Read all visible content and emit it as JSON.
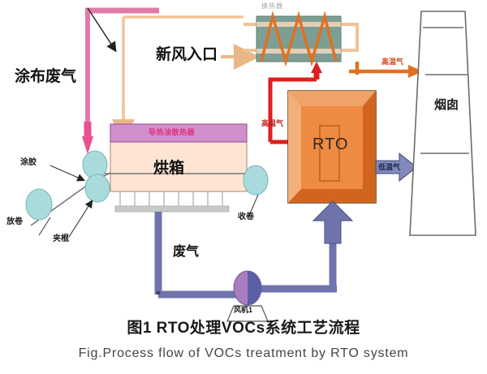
{
  "figure": {
    "caption_cn": "图1  RTO处理VOCs系统工艺流程",
    "caption_en": "Fig.Process  flow  of  VOCs  treatment  by  RTO  system"
  },
  "labels": {
    "coating_exhaust": "涂布废气",
    "fresh_air_inlet": "新风入口",
    "oven": "烘箱",
    "thermal_oil_radiator": "导热油散热器",
    "unwind": "放卷",
    "glue_coating": "涂胶",
    "nip_roller": "夹棍",
    "rewind": "收卷",
    "waste_gas": "废气",
    "fan": "风机1",
    "rto": "RTO",
    "stack": "烟囱",
    "hot_gas_to_exchanger": "高温气",
    "hot_gas_to_stack": "高温气",
    "cold_gas_to_stack": "低温气",
    "heat_exchanger_top": "换热器"
  },
  "colors": {
    "pink_duct": "#e07ba8",
    "peach_duct": "#f0c49a",
    "orange_hot": "#e2701f",
    "red_hot": "#dd1f1f",
    "purple_duct": "#6f74ad",
    "rto_body": "#ef8a42",
    "rto_bevel": "#d1651f",
    "oven_body": "#fde4d3",
    "oven_header": "#cf8fcd",
    "exchanger_body": "#7d9e95",
    "roller_teal": "#a9dbdd",
    "stack_line": "#6b6b6b",
    "arrow_grayblue": "#8189b8"
  }
}
